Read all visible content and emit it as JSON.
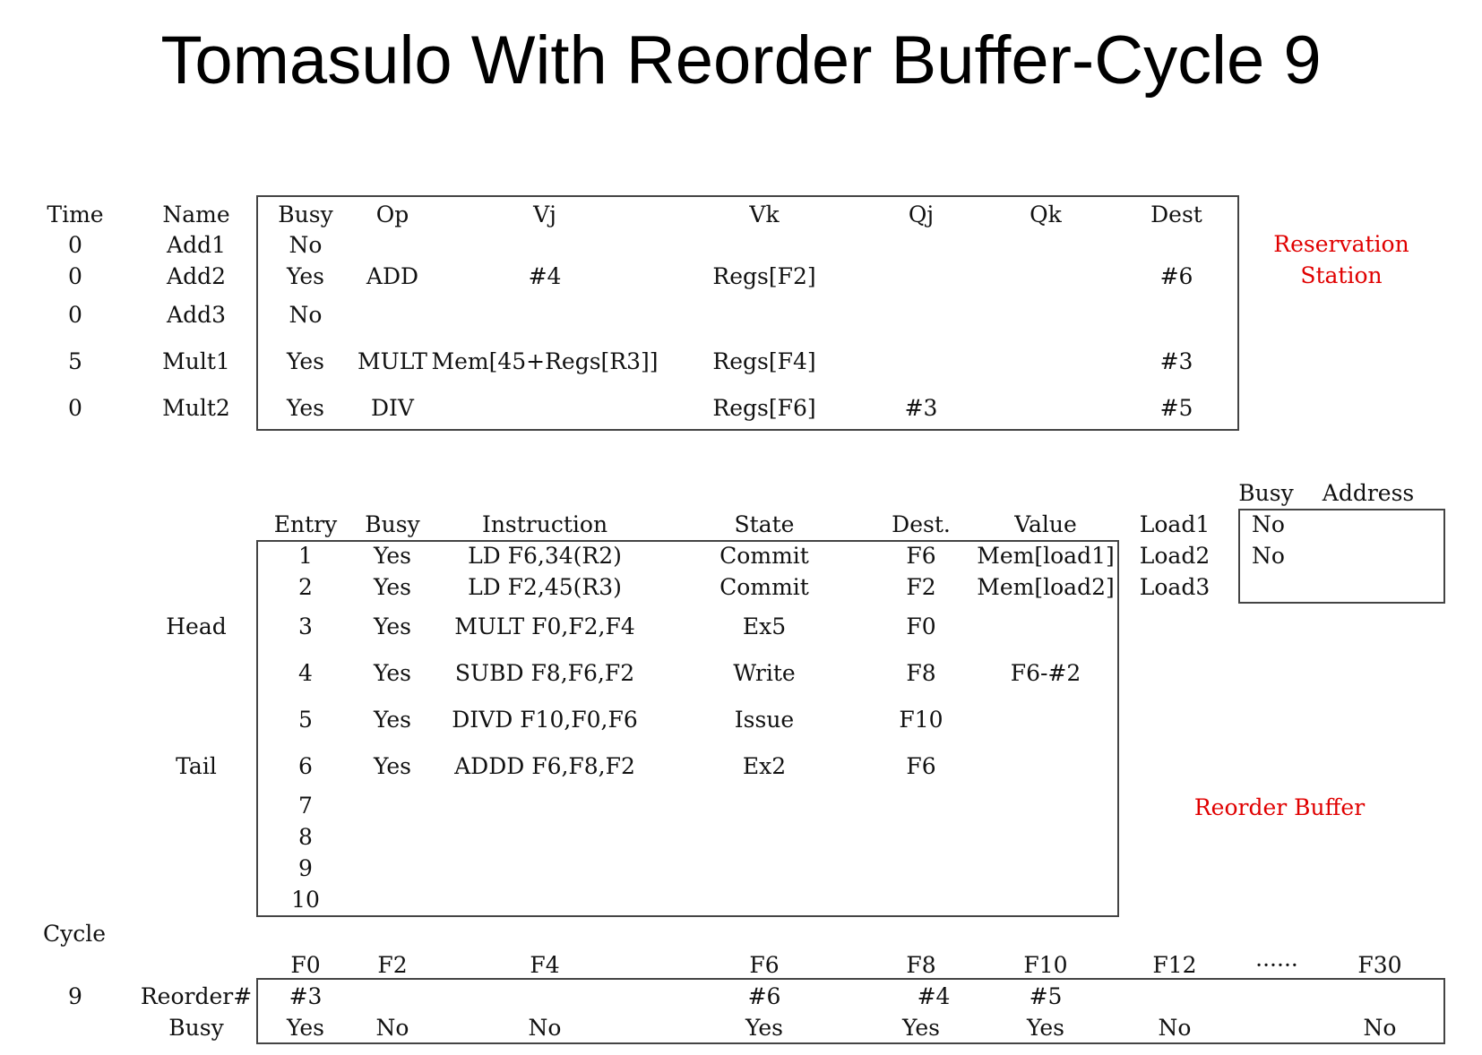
{
  "title": "Tomasulo With Reorder Buffer-Cycle 9",
  "rs": {
    "headers": {
      "time": "Time",
      "name": "Name",
      "busy": "Busy",
      "op": "Op",
      "vj": "Vj",
      "vk": "Vk",
      "qj": "Qj",
      "qk": "Qk",
      "dest": "Dest"
    },
    "rows": [
      {
        "time": "0",
        "name": "Add1",
        "busy": "No",
        "op": "",
        "vj": "",
        "vk": "",
        "qj": "",
        "qk": "",
        "dest": ""
      },
      {
        "time": "0",
        "name": "Add2",
        "busy": "Yes",
        "op": "ADD",
        "vj": "#4",
        "vk": "Regs[F2]",
        "qj": "",
        "qk": "",
        "dest": "#6"
      },
      {
        "time": "0",
        "name": "Add3",
        "busy": "No",
        "op": "",
        "vj": "",
        "vk": "",
        "qj": "",
        "qk": "",
        "dest": ""
      },
      {
        "time": "5",
        "name": "Mult1",
        "busy": "Yes",
        "op": "MULT",
        "vj": "Mem[45+Regs[R3]]",
        "vk": "Regs[F4]",
        "qj": "",
        "qk": "",
        "dest": "#3"
      },
      {
        "time": "0",
        "name": "Mult2",
        "busy": "Yes",
        "op": "DIV",
        "vj": "",
        "vk": "Regs[F6]",
        "qj": "#3",
        "qk": "",
        "dest": "#5"
      }
    ],
    "label_line1": "Reservation",
    "label_line2": "Station"
  },
  "rob": {
    "headers": {
      "entry": "Entry",
      "busy": "Busy",
      "instruction": "Instruction",
      "state": "State",
      "dest": "Dest.",
      "value": "Value"
    },
    "rows": [
      {
        "marker": "",
        "entry": "1",
        "busy": "Yes",
        "instruction": "LD F6,34(R2)",
        "state": "Commit",
        "dest": "F6",
        "value": "Mem[load1]"
      },
      {
        "marker": "",
        "entry": "2",
        "busy": "Yes",
        "instruction": "LD F2,45(R3)",
        "state": "Commit",
        "dest": "F2",
        "value": "Mem[load2]"
      },
      {
        "marker": "Head",
        "entry": "3",
        "busy": "Yes",
        "instruction": "MULT F0,F2,F4",
        "state": "Ex5",
        "dest": "F0",
        "value": ""
      },
      {
        "marker": "",
        "entry": "4",
        "busy": "Yes",
        "instruction": "SUBD F8,F6,F2",
        "state": "Write",
        "dest": "F8",
        "value": "F6-#2"
      },
      {
        "marker": "",
        "entry": "5",
        "busy": "Yes",
        "instruction": "DIVD F10,F0,F6",
        "state": "Issue",
        "dest": "F10",
        "value": ""
      },
      {
        "marker": "Tail",
        "entry": "6",
        "busy": "Yes",
        "instruction": "ADDD F6,F8,F2",
        "state": "Ex2",
        "dest": "F6",
        "value": ""
      },
      {
        "marker": "",
        "entry": "7",
        "busy": "",
        "instruction": "",
        "state": "",
        "dest": "",
        "value": ""
      },
      {
        "marker": "",
        "entry": "8",
        "busy": "",
        "instruction": "",
        "state": "",
        "dest": "",
        "value": ""
      },
      {
        "marker": "",
        "entry": "9",
        "busy": "",
        "instruction": "",
        "state": "",
        "dest": "",
        "value": ""
      },
      {
        "marker": "",
        "entry": "10",
        "busy": "",
        "instruction": "",
        "state": "",
        "dest": "",
        "value": ""
      }
    ],
    "label": "Reorder Buffer"
  },
  "load": {
    "headers": {
      "busy": "Busy",
      "address": "Address"
    },
    "rows": [
      {
        "name": "Load1",
        "busy": "No",
        "address": ""
      },
      {
        "name": "Load2",
        "busy": "No",
        "address": ""
      },
      {
        "name": "Load3",
        "busy": "",
        "address": ""
      }
    ]
  },
  "regs": {
    "cycle_label": "Cycle",
    "cycle_value": "9",
    "row_labels": {
      "reorder": "Reorder#",
      "busy": "Busy"
    },
    "columns": [
      {
        "name": "F0",
        "reorder": "#3",
        "busy": "Yes"
      },
      {
        "name": "F2",
        "reorder": "",
        "busy": "No"
      },
      {
        "name": "F4",
        "reorder": "",
        "busy": "No"
      },
      {
        "name": "F6",
        "reorder": "#6",
        "busy": "Yes"
      },
      {
        "name": "F8",
        "reorder": "#4",
        "busy": "Yes"
      },
      {
        "name": "F10",
        "reorder": "#5",
        "busy": "Yes"
      },
      {
        "name": "F12",
        "reorder": "",
        "busy": "No"
      },
      {
        "name": "······",
        "reorder": "",
        "busy": ""
      },
      {
        "name": "F30",
        "reorder": "",
        "busy": "No"
      }
    ]
  }
}
